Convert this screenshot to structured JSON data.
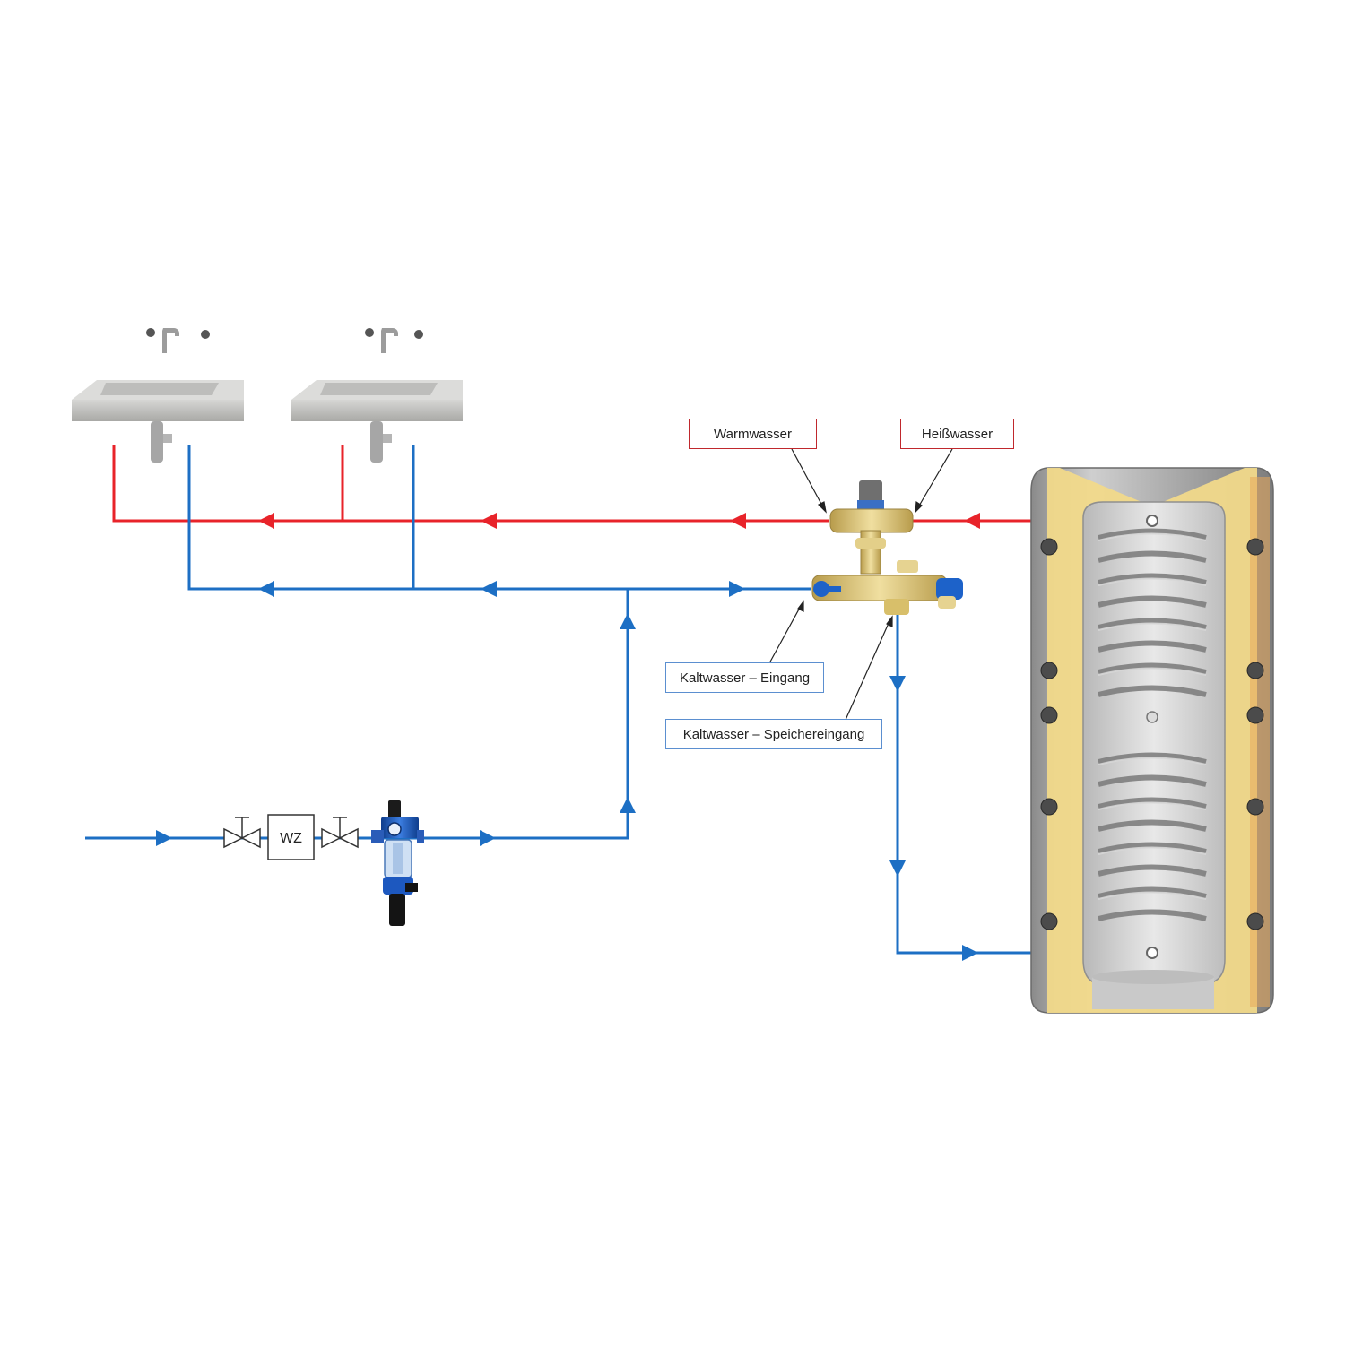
{
  "labels": {
    "warmwasser": "Warmwasser",
    "heisswasser": "Heißwasser",
    "kaltwasser_eingang": "Kaltwasser – Eingang",
    "kaltwasser_speichereingang": "Kaltwasser – Speichereingang",
    "water_meter": "WZ"
  },
  "colors": {
    "hot_pipe": "#e8232a",
    "cold_pipe": "#1d6fc4",
    "label_border_red": "#c0282d",
    "label_border_blue": "#5b8fd0",
    "insulation": "#f1d98a",
    "tank_shell": "#9a9a9a",
    "brass": "#d9c27a"
  },
  "icons": [
    "basin-icon",
    "faucet-icon",
    "shutoff-valve-icon",
    "water-meter-icon",
    "filter-icon",
    "mixing-valve-icon",
    "storage-tank-icon",
    "heating-coil-icon"
  ]
}
